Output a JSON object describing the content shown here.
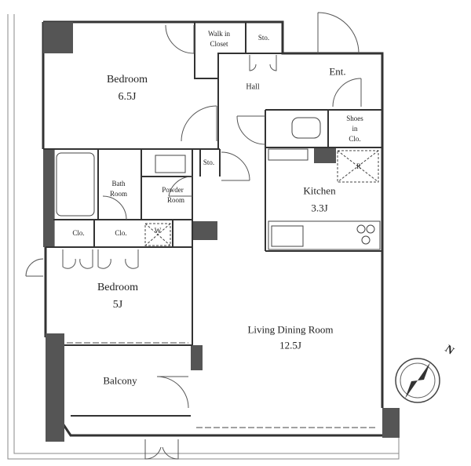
{
  "rooms": {
    "bedroom1": {
      "name": "Bedroom",
      "size": "6.5J"
    },
    "walk_in_closet": {
      "line1": "Walk in",
      "line2": "Closet"
    },
    "storage_top": "Sto.",
    "hall": "Hall",
    "entrance": "Ent.",
    "shoes_closet": {
      "line1": "Shoes",
      "line2": "in",
      "line3": "Clo."
    },
    "bath_room": {
      "line1": "Bath",
      "line2": "Room"
    },
    "powder_room": {
      "line1": "Powder",
      "line2": "Room"
    },
    "storage_mid": "Sto.",
    "kitchen": {
      "name": "Kitchen",
      "size": "3.3J"
    },
    "fridge_mark": "R",
    "washer_mark": "W",
    "closet_a": "Clo.",
    "closet_b": "Clo.",
    "bedroom2": {
      "name": "Bedroom",
      "size": "5J"
    },
    "living_dining": {
      "name": "Living Dining Room",
      "size": "12.5J"
    },
    "balcony": "Balcony"
  },
  "compass": {
    "north_label": "N"
  },
  "colors": {
    "wall": "#555555",
    "line": "#333333",
    "thin": "#777777"
  }
}
